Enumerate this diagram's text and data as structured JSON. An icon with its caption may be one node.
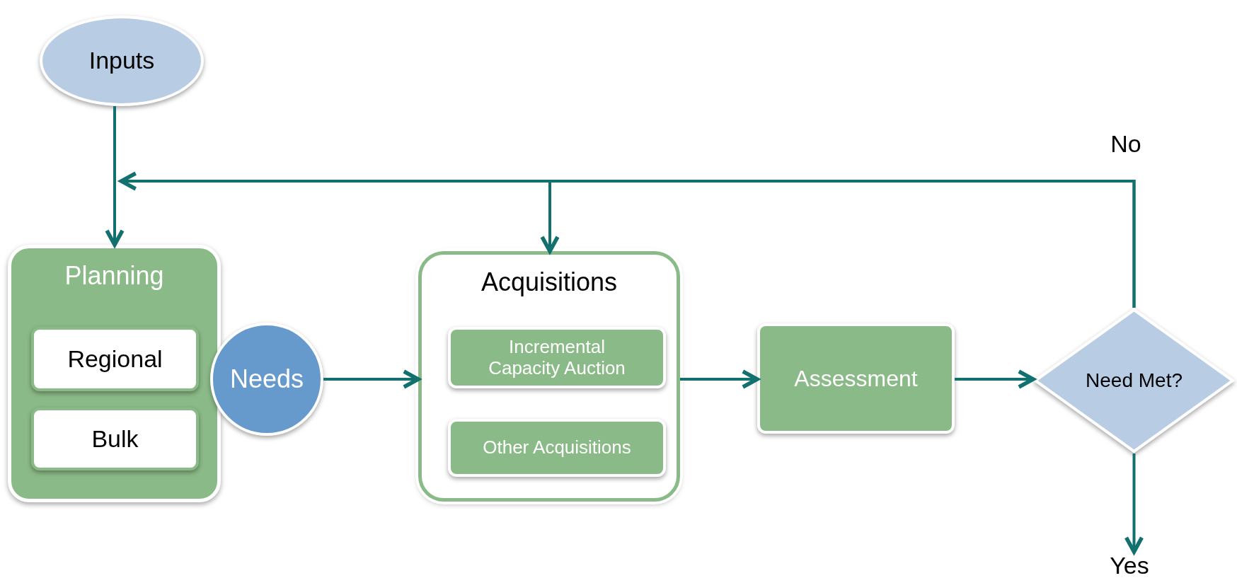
{
  "diagram": {
    "nodes": [
      {
        "text": [
          "Inputs"
        ]
      },
      {
        "text": [
          "Planning"
        ]
      },
      {
        "text": [
          "Regional"
        ],
        "in": 1
      },
      {
        "text": [
          "Bulk"
        ],
        "in": 1
      },
      {
        "text": [
          "Needs"
        ]
      },
      {
        "text": [
          "Acquisitions"
        ]
      },
      {
        "text": [
          "Incremental Capacity Auction"
        ],
        "in": 5
      },
      {
        "text": [
          "Other Acquisitions"
        ],
        "in": 5
      },
      {
        "text": [
          "Assessment"
        ]
      },
      {
        "text": [
          "Need Met?"
        ]
      }
    ],
    "edges": [
      {
        "from": 0,
        "to": 1,
        "arrow": "to"
      },
      {
        "from": 4,
        "to": 5,
        "arrow": "to"
      },
      {
        "from": 5,
        "to": 8,
        "arrow": "to"
      },
      {
        "from": 8,
        "to": 9,
        "arrow": "to"
      },
      {
        "from": 9,
        "to": 1,
        "arrow": "to",
        "label": "No"
      },
      {
        "from": 9,
        "to": 5,
        "arrow": "to"
      },
      {
        "from": 9,
        "to": null,
        "arrow": "to",
        "label": "Yes"
      }
    ]
  }
}
